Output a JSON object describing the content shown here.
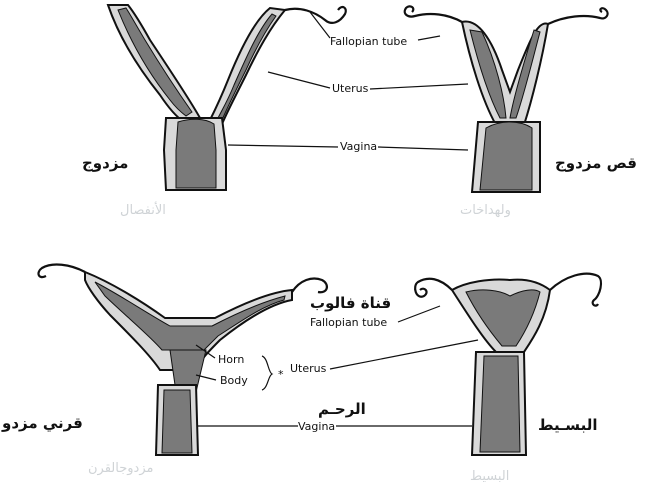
{
  "labels": {
    "fallopian_tube": "Fallopian tube",
    "uterus": "Uterus",
    "vagina": "Vagina",
    "horn": "Horn",
    "body": "Body"
  },
  "arabic": {
    "top_left": "مزدوج",
    "top_right": "قص مزدوج",
    "bottom_left": "قرني مزدو",
    "bottom_middle_uterus": "الرحـم",
    "bottom_middle_tube": "قناة فالوب",
    "bottom_right": "البسـيط"
  },
  "faint_captions": {
    "top_left": "الأنفصال",
    "top_right": "ولهداخات",
    "bottom_left": "مزدوجالقرن",
    "bottom_right": "البسيط"
  }
}
